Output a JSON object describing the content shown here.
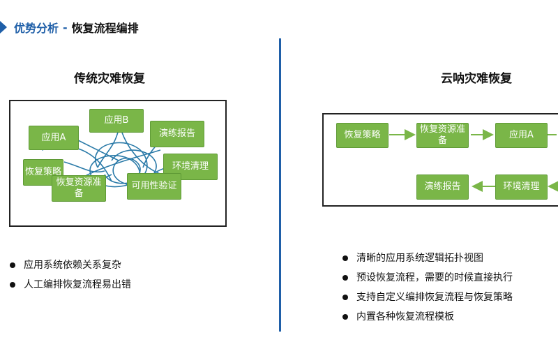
{
  "header": {
    "prefix": "优势分析",
    "separator": "-",
    "title": "恢复流程编排"
  },
  "left": {
    "title": "传统灾难恢复",
    "nodes": {
      "appA": "应用A",
      "appB": "应用B",
      "drillReport": "演练报告",
      "strategy": "恢复策略",
      "envClean": "环境清理",
      "resourcePrep": "恢复资源准备",
      "availability": "可用性验证"
    },
    "bullets": [
      "应用系统依赖关系复杂",
      "人工编排恢复流程易出错"
    ]
  },
  "right": {
    "title": "云呐灾难恢复",
    "nodes": {
      "strategy": "恢复策略",
      "resourcePrep": "恢复资源准备",
      "appA": "应用A",
      "drillReport": "演练报告",
      "envClean": "环境清理"
    },
    "bullets": [
      "清晰的应用系统逻辑拓扑视图",
      "预设恢复流程，需要的时候直接执行",
      "支持自定义编排恢复流程与恢复策略",
      "内置各种恢复流程模板"
    ]
  },
  "colors": {
    "accent": "#1f5fa8",
    "node": "#7ab648",
    "line": "#2a7aa8"
  },
  "icons": {
    "title_marker": "chevron-right-icon"
  }
}
